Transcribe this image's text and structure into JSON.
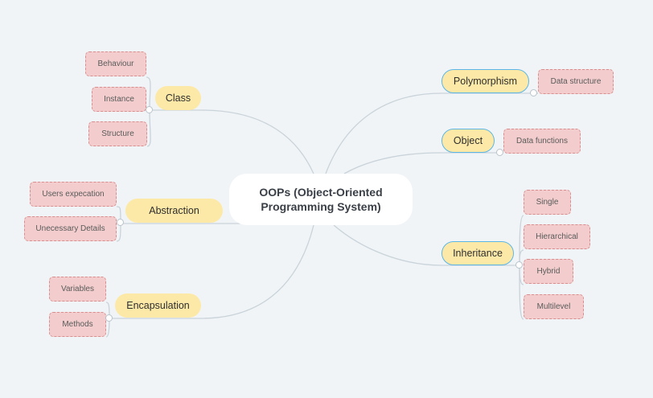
{
  "root": {
    "label": "OOPs (Object-Oriented Programming System)"
  },
  "colors": {
    "background": "#f0f4f7",
    "root_fill": "#ffffff",
    "branch_fill": "#fde9a7",
    "leaf_fill": "#f3cdcd",
    "leaf_border": "#d88e8e",
    "selected_border": "#5bb6e6",
    "connector": "#c9d3da"
  },
  "branches": {
    "class": {
      "label": "Class",
      "children": [
        "Behaviour",
        "Instance",
        "Structure"
      ]
    },
    "abstraction": {
      "label": "Abstraction",
      "children": [
        "Users expecation",
        "Unecessary Details"
      ]
    },
    "encapsulation": {
      "label": "Encapsulation",
      "children": [
        "Variables",
        "Methods"
      ]
    },
    "polymorphism": {
      "label": "Polymorphism",
      "children": [
        "Data structure"
      ]
    },
    "object": {
      "label": "Object",
      "children": [
        "Data functions"
      ]
    },
    "inheritance": {
      "label": "Inheritance",
      "children": [
        "Single",
        "Hierarchical",
        "Hybrid",
        "Multilevel"
      ]
    }
  }
}
